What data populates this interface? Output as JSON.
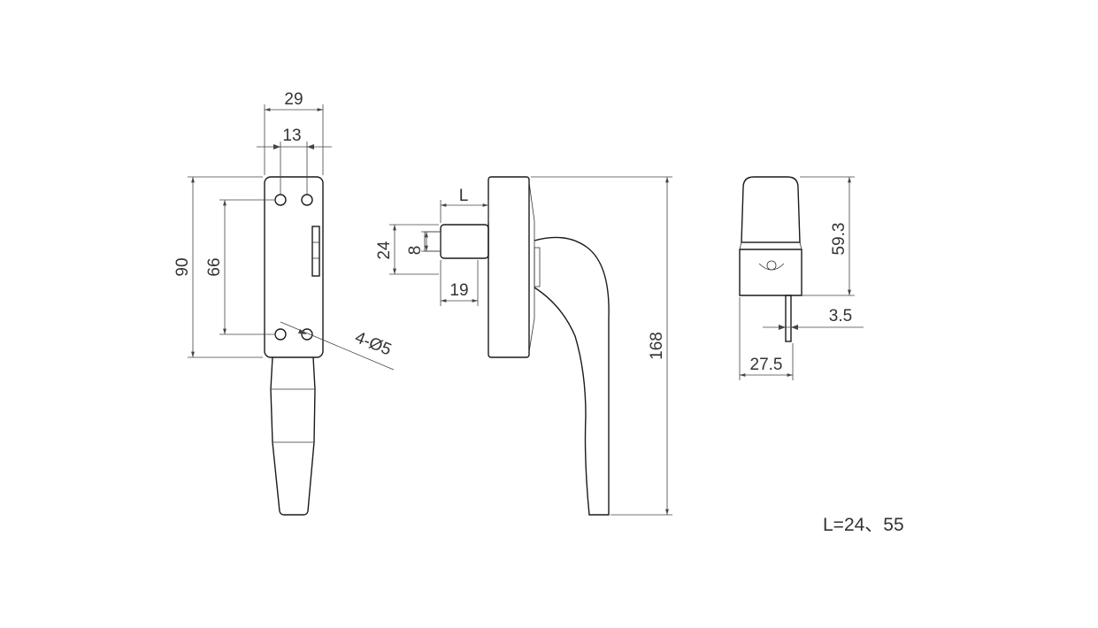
{
  "dimensions": {
    "front_width": "29",
    "hole_spacing_h": "13",
    "front_height": "90",
    "hole_spacing_v": "66",
    "holes": "4-Ø5",
    "spindle_length": "L",
    "spindle_box": "24",
    "spindle_square": "8",
    "spindle_offset": "19",
    "total_length": "168",
    "side_height": "59.3",
    "plate_thickness": "3.5",
    "side_depth": "27.5"
  },
  "note": "L=24、55"
}
